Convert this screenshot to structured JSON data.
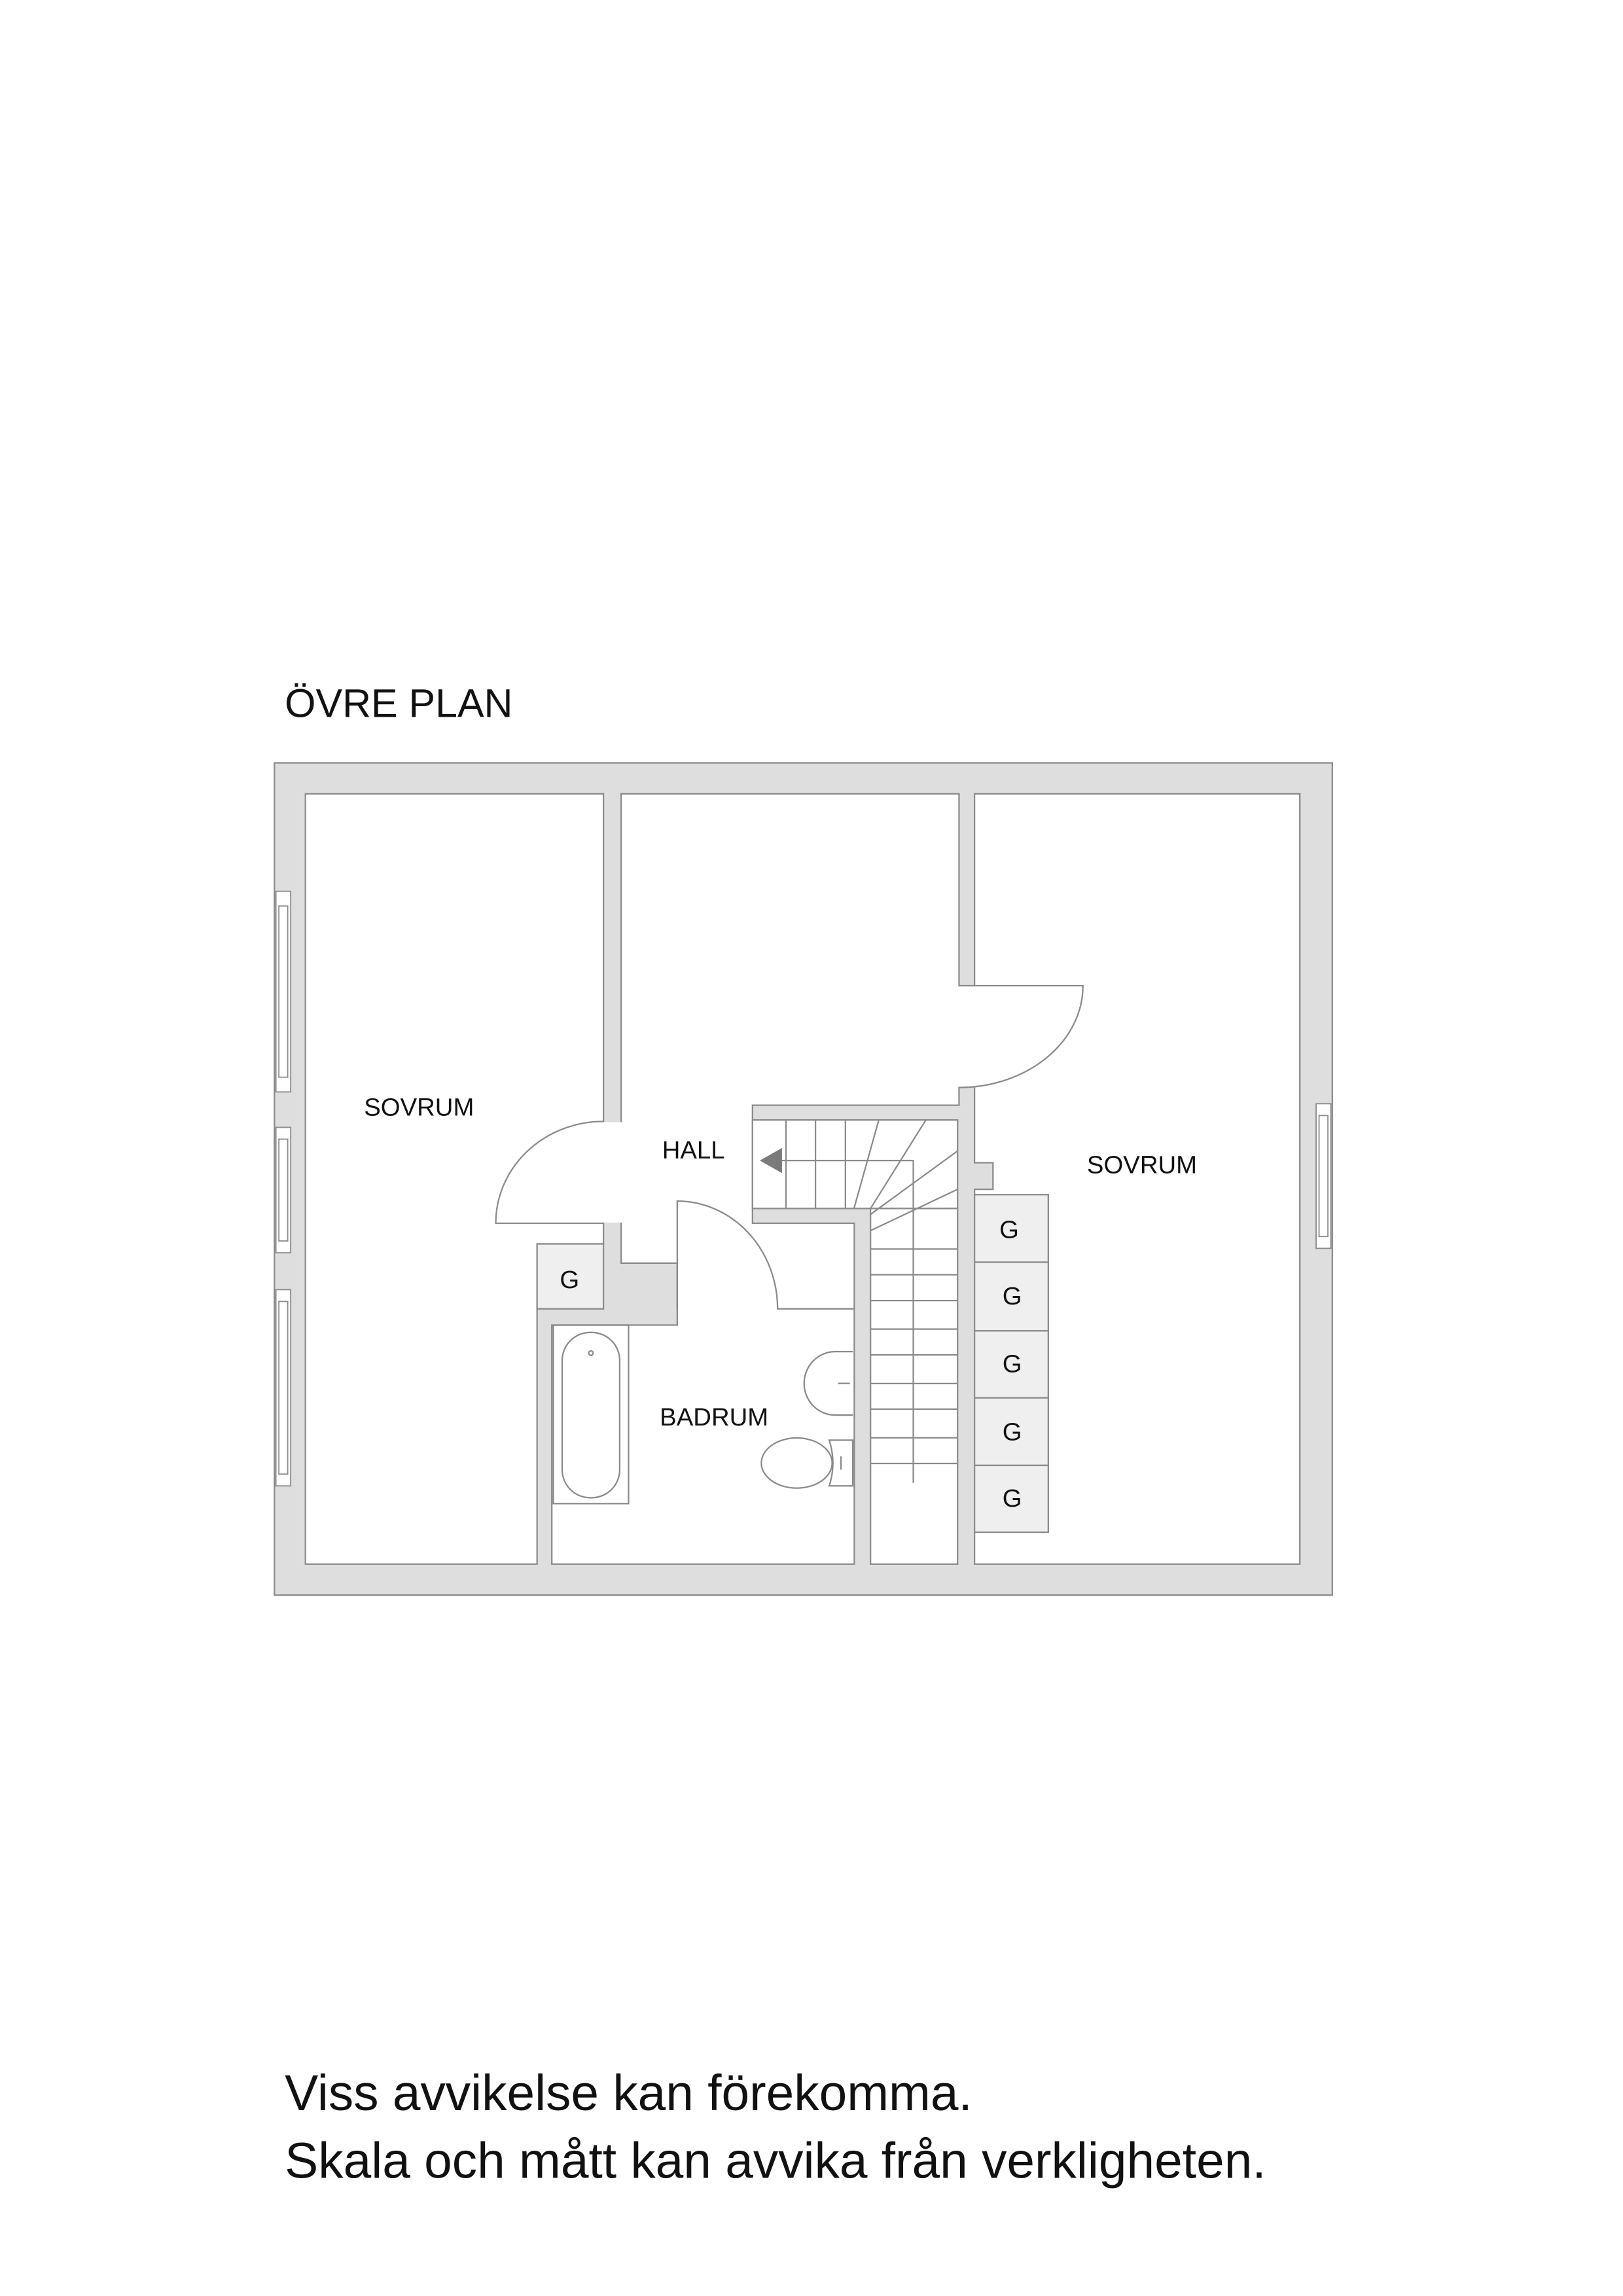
{
  "title": "ÖVRE PLAN",
  "rooms": {
    "bedroom_left": "SOVRUM",
    "hall": "HALL",
    "bedroom_right": "SOVRUM",
    "bathroom": "BADRUM"
  },
  "closets": {
    "left": "G",
    "right": [
      "G",
      "G",
      "G",
      "G",
      "G"
    ]
  },
  "footer": {
    "line1": "Viss avvikelse kan förekomma.",
    "line2": "Skala och mått kan avvika från verkligheten."
  }
}
